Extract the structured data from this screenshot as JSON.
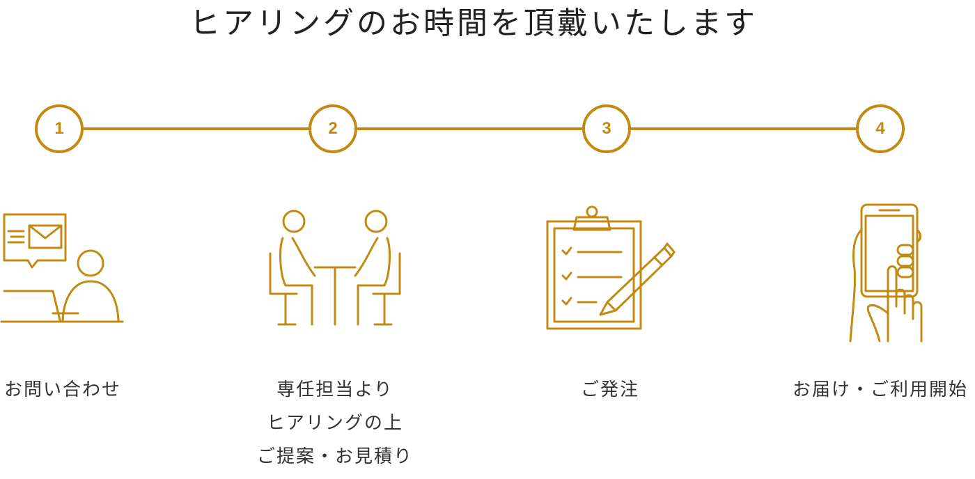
{
  "title": "ヒアリングのお時間を頂戴いたします",
  "accent_color": "#c28a12",
  "steps": [
    {
      "number": "1",
      "icon": "mail-inquiry-icon",
      "label_lines": [
        "お問い合わせ"
      ]
    },
    {
      "number": "2",
      "icon": "consultation-meeting-icon",
      "label_lines": [
        "専任担当より",
        "ヒアリングの上",
        "ご提案・お見積り"
      ]
    },
    {
      "number": "3",
      "icon": "clipboard-order-icon",
      "label_lines": [
        "ご発注"
      ]
    },
    {
      "number": "4",
      "icon": "smartphone-start-icon",
      "label_lines": [
        "お届け・ご利用開始"
      ]
    }
  ]
}
